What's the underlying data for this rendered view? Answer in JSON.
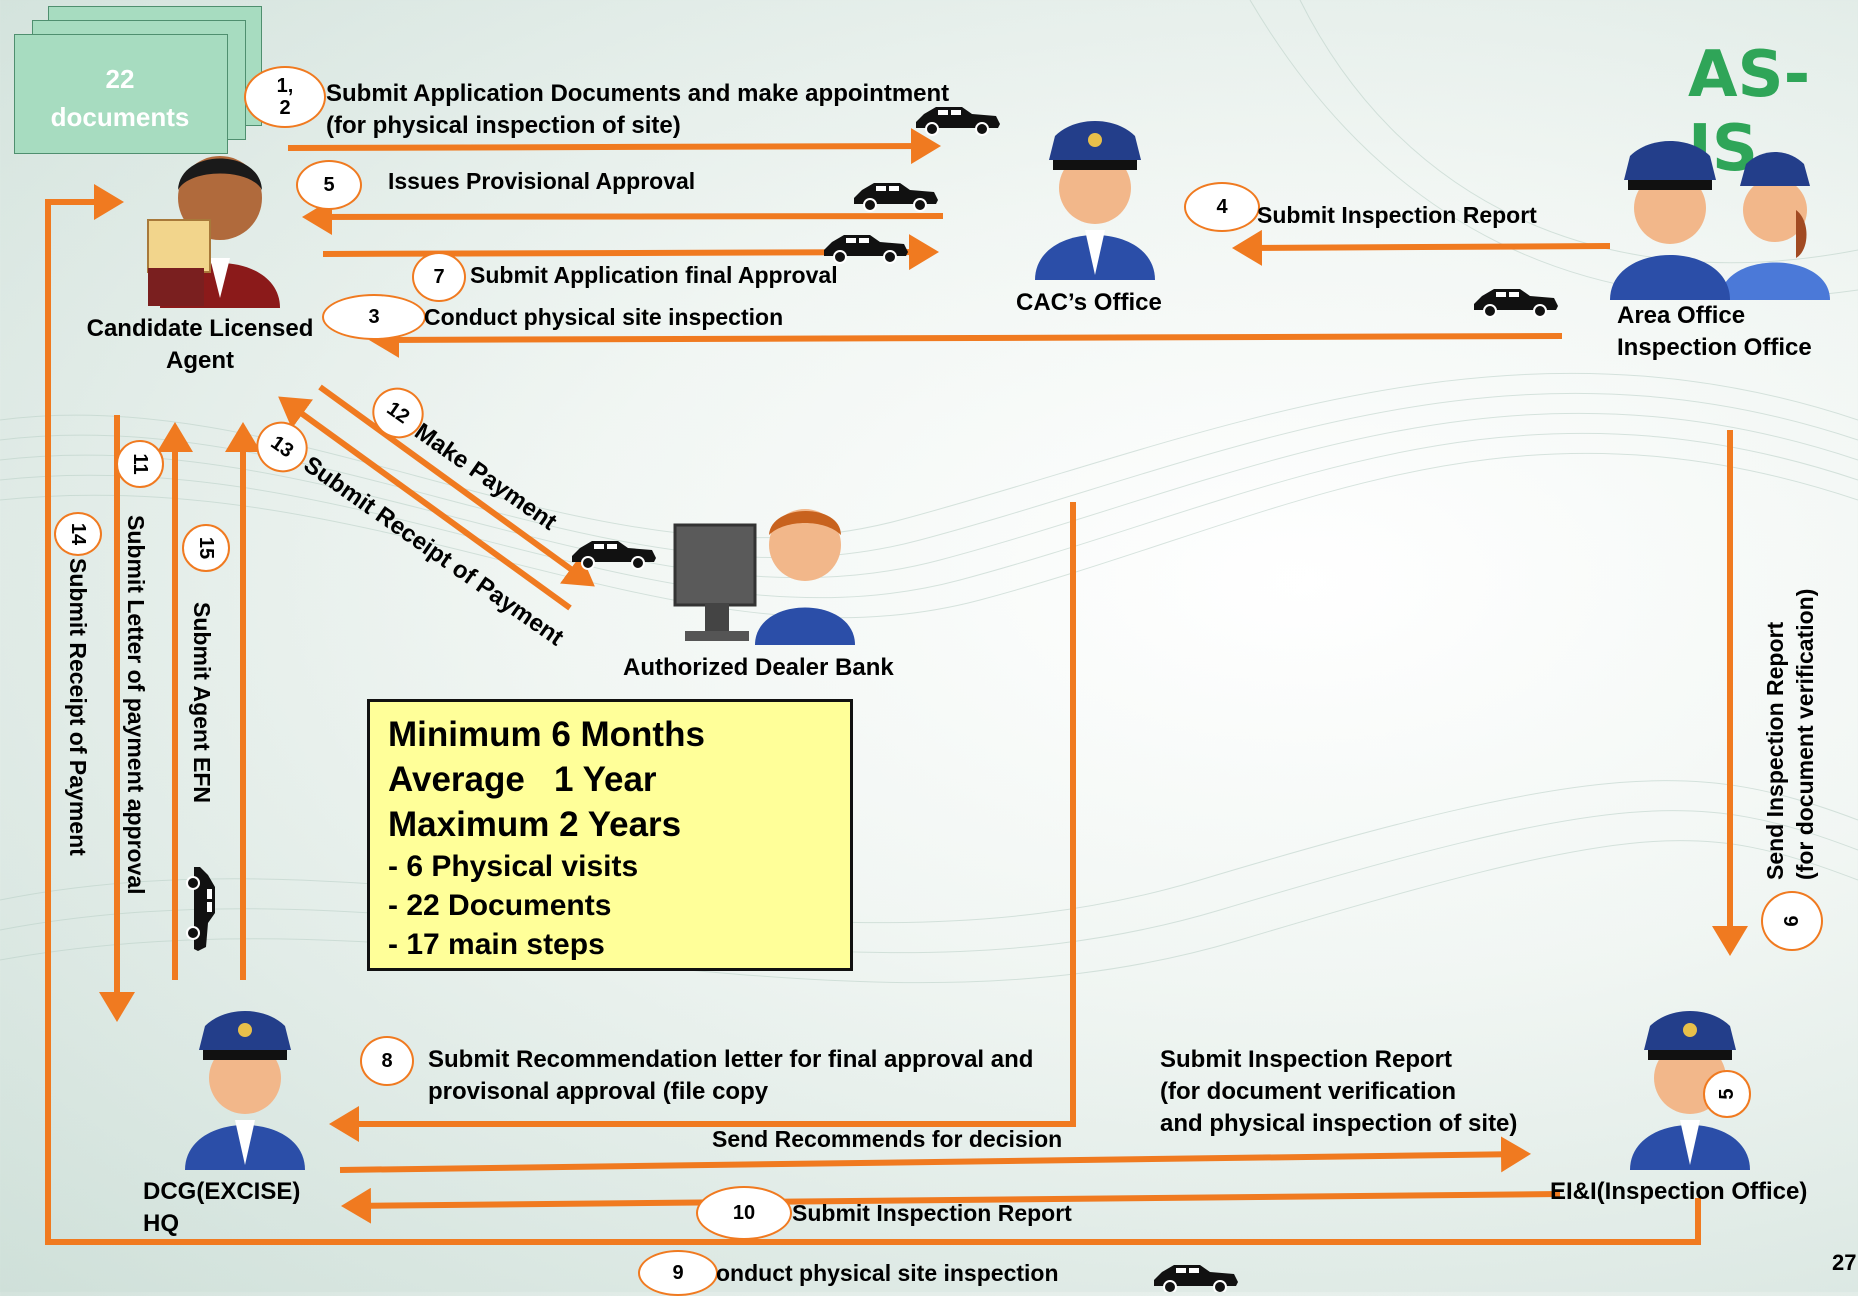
{
  "title": "AS-IS",
  "page_number": "27",
  "documents_badge": {
    "line1": "22",
    "line2": "documents"
  },
  "actors": {
    "agent": {
      "line1": "Candidate Licensed",
      "line2": "Agent"
    },
    "cac": "CAC’s Office",
    "area": {
      "line1": "Area Office",
      "line2": "Inspection Office"
    },
    "bank": "Authorized Dealer Bank",
    "dcg": {
      "line1": "DCG(EXCISE)",
      "line2": "HQ"
    },
    "eii": "EI&I(Inspection Office)",
    "eii_badge": "5"
  },
  "steps": {
    "s12": {
      "num": "1,\n2",
      "line1": "Submit Application Documents and make appointment",
      "line2": "(for physical inspection of site)"
    },
    "s5": {
      "num": "5",
      "text": "Issues Provisional Approval"
    },
    "s7": {
      "num": "7",
      "text": "Submit Application final Approval"
    },
    "s3": {
      "num": "3",
      "text": "Conduct physical site inspection"
    },
    "s4": {
      "num": "4",
      "text": "Submit Inspection Report"
    },
    "s6": {
      "num": "6",
      "line1": "Send Inspection Report",
      "line2": "(for document verification)"
    },
    "s12pay": {
      "num": "12",
      "text": "Make Payment"
    },
    "s13": {
      "num": "13",
      "text": "Submit Receipt of Payment"
    },
    "s11": {
      "num": "11",
      "text": "Submit Letter of payment approval"
    },
    "s14": {
      "num": "14",
      "text": "Submit Receipt of Payment"
    },
    "s15": {
      "num": "15",
      "text": "Submit Agent EFN"
    },
    "s8": {
      "num": "8",
      "line1": "Submit Recommendation letter for final approval and",
      "line2": "provisonal approval (file copy"
    },
    "s_report": {
      "line1": "Submit Inspection Report",
      "line2": "(for document verification",
      "line3": "and physical inspection of site)"
    },
    "s_send": {
      "text": "Send Recommends for decision"
    },
    "s10": {
      "num": "10",
      "text": "Submit Inspection Report"
    },
    "s9": {
      "num": "9",
      "text": "onduct physical site inspection"
    }
  },
  "summary": {
    "min": "Minimum 6 Months",
    "avg": "Average   1 Year",
    "max": "Maximum 2 Years",
    "visits": "- 6 Physical visits",
    "docs": "- 22 Documents",
    "steps": "- 17 main steps"
  },
  "colors": {
    "arrow": "#f07a20",
    "title": "#2fa558",
    "summary_bg": "#ffff99",
    "doc_bg": "#a7dcc0"
  }
}
